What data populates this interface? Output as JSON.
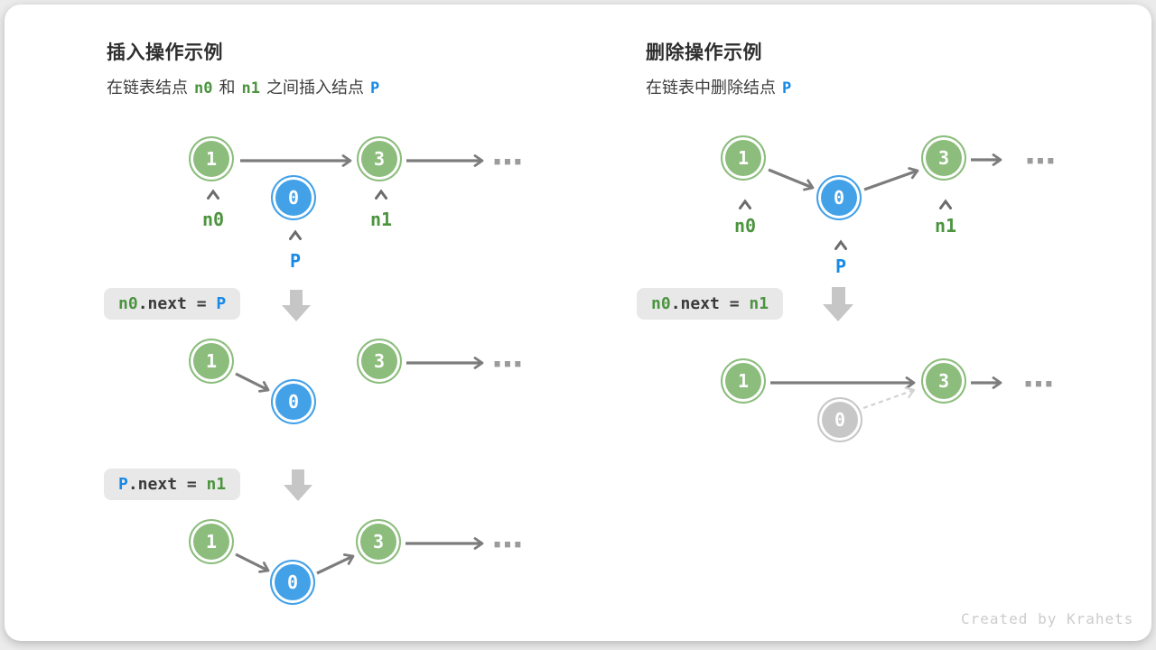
{
  "page": {
    "background": "#ebebeb",
    "card_background": "#ffffff"
  },
  "colors": {
    "green_node": "#8cbd7d",
    "blue_node": "#43a1e8",
    "gray_node": "#c7c7c7",
    "green_keyword": "#4c9440",
    "blue_keyword": "#1789e6",
    "arrow": "#7c7c7c",
    "code_background": "#e8e8e8"
  },
  "insert_section": {
    "title": "插入操作示例",
    "subtitle": {
      "t1": "在链表结点",
      "k1": "n0",
      "t2": "和",
      "k2": "n1",
      "t3": "之间插入结点",
      "k3": "P"
    },
    "step1_code": {
      "k1": "n0",
      "mid": ".next = ",
      "k2": "P"
    },
    "step2_code": {
      "k1": "P",
      "mid": ".next = ",
      "k2": "n1"
    }
  },
  "delete_section": {
    "title": "删除操作示例",
    "subtitle": {
      "t1": "在链表中删除结点",
      "k1": "P"
    },
    "step1_code": {
      "k1": "n0",
      "mid": ".next = ",
      "k2": "n1"
    }
  },
  "nodes": {
    "value_1": "1",
    "value_3": "3",
    "value_0": "0"
  },
  "labels": {
    "n0": "n0",
    "n1": "n1",
    "p": "P",
    "ellipsis": "⋯"
  },
  "footer": {
    "credit": "Created by Krahets"
  }
}
